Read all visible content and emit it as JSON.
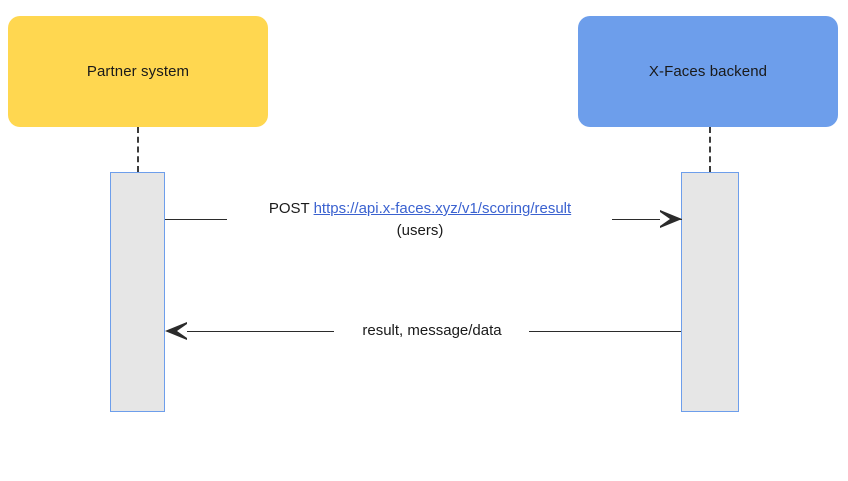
{
  "diagram": {
    "type": "sequence-diagram",
    "background_color": "#ffffff",
    "participants": [
      {
        "id": "partner",
        "label": "Partner system",
        "fill_color": "#ffd750",
        "text_color": "#1a1a1a"
      },
      {
        "id": "backend",
        "label": "X-Faces backend",
        "fill_color": "#6d9eeb",
        "text_color": "#1a1a1a"
      }
    ],
    "activations": {
      "fill_color": "#e6e6e6",
      "border_color": "#6d9eeb"
    },
    "messages": [
      {
        "id": "request",
        "direction": "right",
        "from": "partner",
        "to": "backend",
        "method": "POST",
        "url": "https://api.x-faces.xyz/v1/scoring/result",
        "url_color": "#3b62d0",
        "payload": "(users)",
        "line_color": "#2b2b2b"
      },
      {
        "id": "response",
        "direction": "left",
        "from": "backend",
        "to": "partner",
        "label": "result, message/data",
        "line_color": "#2b2b2b"
      }
    ]
  }
}
